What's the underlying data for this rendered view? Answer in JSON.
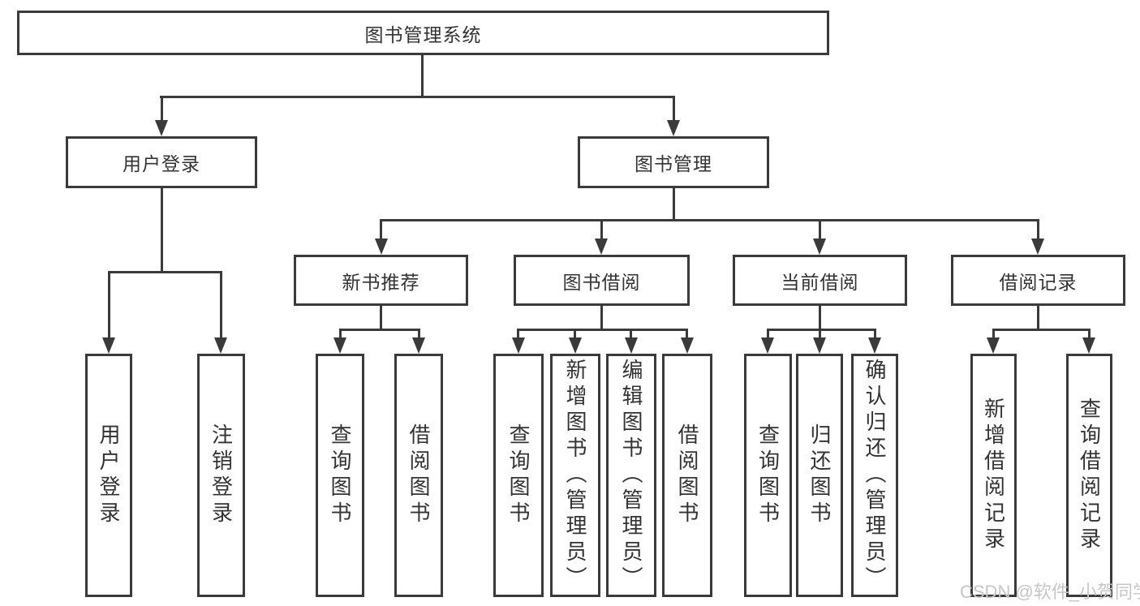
{
  "tree": {
    "root": {
      "label": "图书管理系统"
    },
    "branches": [
      {
        "label": "用户登录",
        "children": [
          {
            "label": "用户登录"
          },
          {
            "label": "注销登录"
          }
        ]
      },
      {
        "label": "图书管理",
        "children": [
          {
            "label": "新书推荐",
            "children": [
              {
                "label": "查询图书"
              },
              {
                "label": "借阅图书"
              }
            ]
          },
          {
            "label": "图书借阅",
            "children": [
              {
                "label": "查询图书"
              },
              {
                "label": "新增图书（管理员）"
              },
              {
                "label": "编辑图书（管理员）"
              },
              {
                "label": "借阅图书"
              }
            ]
          },
          {
            "label": "当前借阅",
            "children": [
              {
                "label": "查询图书"
              },
              {
                "label": "归还图书"
              },
              {
                "label": "确认归还（管理员）"
              }
            ]
          },
          {
            "label": "借阅记录",
            "children": [
              {
                "label": "新增借阅记录"
              },
              {
                "label": "查询借阅记录"
              }
            ]
          }
        ]
      }
    ]
  },
  "watermark": {
    "text": "CSDN @软件_小贺同学",
    "color": "#c6c6c6"
  },
  "colors": {
    "line": "#3a3a3a",
    "node_border": "#3a3a3a",
    "node_text": "#333333",
    "background": "#ffffff"
  }
}
